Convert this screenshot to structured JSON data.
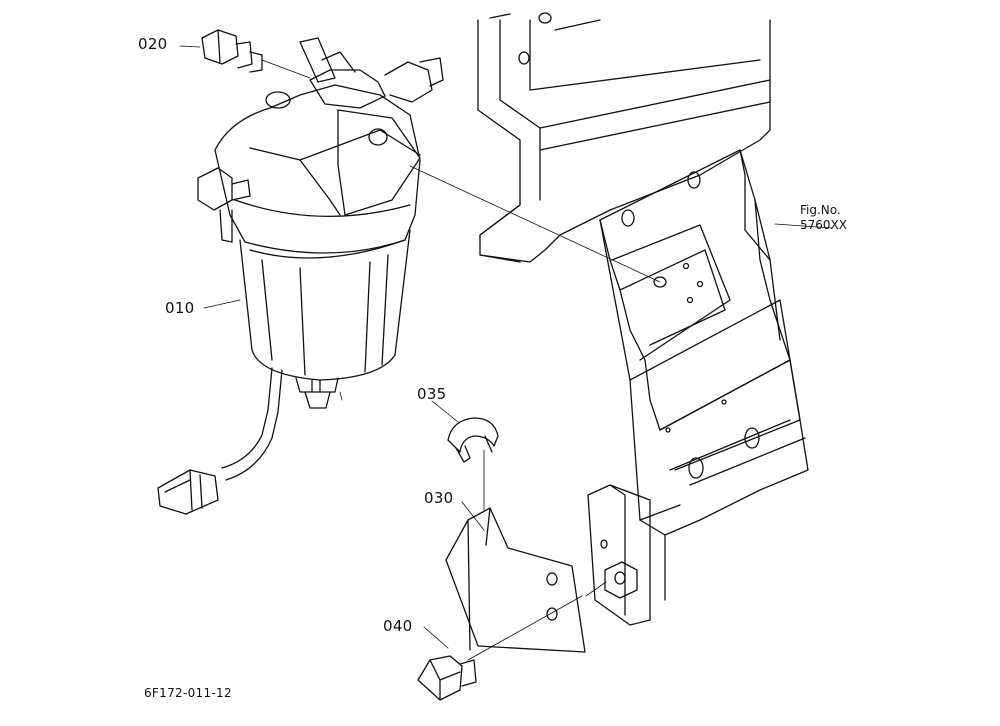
{
  "parts": [
    {
      "id": "p010",
      "number": "010"
    },
    {
      "id": "p020",
      "number": "020"
    },
    {
      "id": "p030",
      "number": "030"
    },
    {
      "id": "p035",
      "number": "035"
    },
    {
      "id": "p040",
      "number": "040"
    }
  ],
  "figure_ref": {
    "line1": "Fig.No.",
    "line2": "5760XX"
  },
  "drawing_code": "6F172-011-12"
}
